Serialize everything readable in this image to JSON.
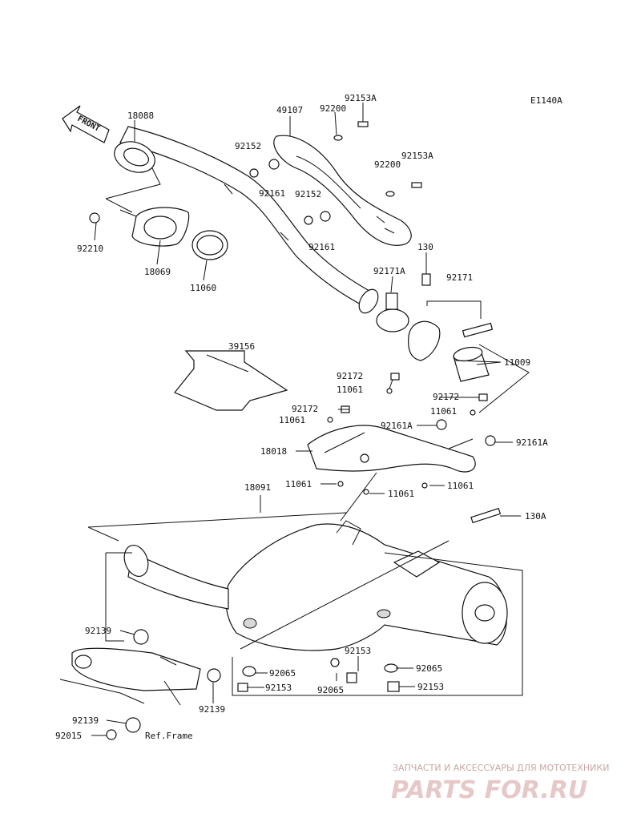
{
  "diagram_code": "E1140A",
  "front_label": "FRONT",
  "ref_frame": "Ref.Frame",
  "watermark": {
    "line1": "ЗАПЧАСТИ И АКСЕССУАРЫ ДЛЯ МОТОТЕХНИКИ",
    "line2": "PARTS FOR.RU"
  },
  "part_labels": [
    {
      "id": "p18088",
      "text": "18088"
    },
    {
      "id": "p49107",
      "text": "49107"
    },
    {
      "id": "p92200a",
      "text": "92200"
    },
    {
      "id": "p92153Aa",
      "text": "92153A"
    },
    {
      "id": "p92152a",
      "text": "92152"
    },
    {
      "id": "p92161a",
      "text": "92161"
    },
    {
      "id": "p92152b",
      "text": "92152"
    },
    {
      "id": "p92200b",
      "text": "92200"
    },
    {
      "id": "p92153Ab",
      "text": "92153A"
    },
    {
      "id": "p92161b",
      "text": "92161"
    },
    {
      "id": "p92210",
      "text": "92210"
    },
    {
      "id": "p18069",
      "text": "18069"
    },
    {
      "id": "p11060",
      "text": "11060"
    },
    {
      "id": "p130",
      "text": "130"
    },
    {
      "id": "p92171A",
      "text": "92171A"
    },
    {
      "id": "p92171",
      "text": "92171"
    },
    {
      "id": "p39156",
      "text": "39156"
    },
    {
      "id": "p11009",
      "text": "11009"
    },
    {
      "id": "p92172a",
      "text": "92172"
    },
    {
      "id": "p11061a",
      "text": "11061"
    },
    {
      "id": "p92172b",
      "text": "92172"
    },
    {
      "id": "p92172c",
      "text": "92172"
    },
    {
      "id": "p11061b",
      "text": "11061"
    },
    {
      "id": "p11061c",
      "text": "11061"
    },
    {
      "id": "p92161Aa",
      "text": "92161A"
    },
    {
      "id": "p92161Ab",
      "text": "92161A"
    },
    {
      "id": "p18018",
      "text": "18018"
    },
    {
      "id": "p11061d",
      "text": "11061"
    },
    {
      "id": "p11061e",
      "text": "11061"
    },
    {
      "id": "p11061f",
      "text": "11061"
    },
    {
      "id": "p18091",
      "text": "18091"
    },
    {
      "id": "p130A",
      "text": "130A"
    },
    {
      "id": "p92139a",
      "text": "92139"
    },
    {
      "id": "p92065a",
      "text": "92065"
    },
    {
      "id": "p92153a",
      "text": "92153"
    },
    {
      "id": "p92065b",
      "text": "92065"
    },
    {
      "id": "p92153b",
      "text": "92153"
    },
    {
      "id": "p92065c",
      "text": "92065"
    },
    {
      "id": "p92153c",
      "text": "92153"
    },
    {
      "id": "p92139b",
      "text": "92139"
    },
    {
      "id": "p92139c",
      "text": "92139"
    },
    {
      "id": "p92015",
      "text": "92015"
    }
  ]
}
